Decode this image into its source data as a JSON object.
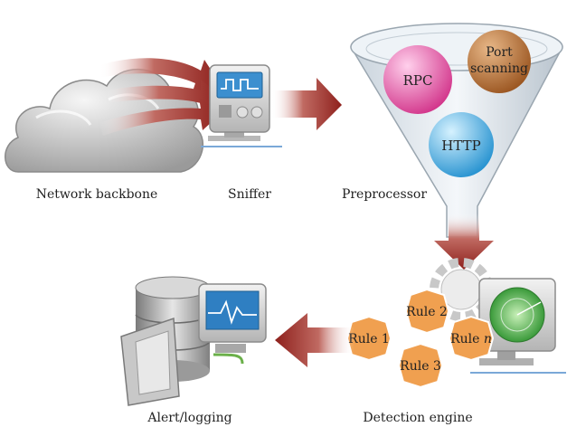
{
  "stages": {
    "network_backbone": "Network backbone",
    "sniffer": "Sniffer",
    "preprocessor": "Preprocessor",
    "detection_engine": "Detection engine",
    "alert_logging": "Alert/logging"
  },
  "preprocessor_items": {
    "rpc": "RPC",
    "port_line1": "Port",
    "port_line2": "scanning",
    "http": "HTTP"
  },
  "rules": {
    "rule1": "Rule 1",
    "rule2": "Rule 2",
    "rule3": "Rule 3",
    "rulen_prefix": "Rule ",
    "rulen_suffix": "n"
  },
  "colors": {
    "arrow": "#9e2a26",
    "hexagon": "#f0a050",
    "rpc_ball": "#e0509a",
    "port_ball": "#b06a2a",
    "http_ball": "#3aa8dc",
    "funnel": "#dfe7ee"
  },
  "icons": [
    "cloud-icon",
    "sniffer-monitor-icon",
    "funnel-icon",
    "gear-icon",
    "radar-monitor-icon",
    "database-server-icon",
    "monitor-icon"
  ]
}
